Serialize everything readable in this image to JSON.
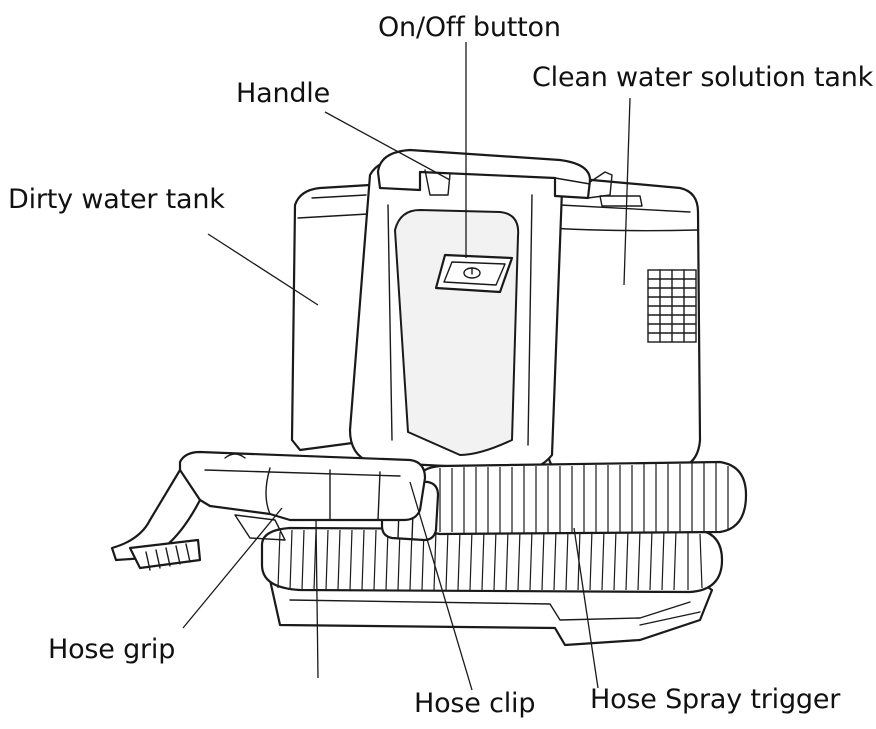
{
  "labels": {
    "on_off_button": "On/Off button",
    "handle": "Handle",
    "clean_water_tank": "Clean water solution tank",
    "dirty_water_tank": "Dirty water tank",
    "hose_grip": "Hose grip",
    "hose_clip": "Hose clip",
    "hose_spray_trigger": "Hose Spray trigger"
  },
  "colors": {
    "line": "#1a1a1a",
    "background": "#ffffff",
    "text": "#111111"
  }
}
